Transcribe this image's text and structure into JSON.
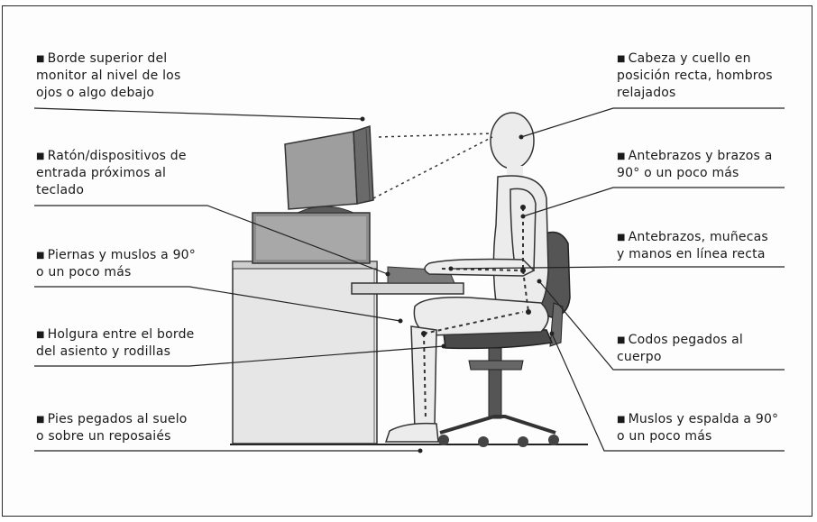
{
  "labels": {
    "monitor": {
      "line1": "Borde superior del",
      "line2": "monitor al nivel de los",
      "line3": "ojos o algo debajo"
    },
    "mouse": {
      "line1": "Ratón/dispositivos de",
      "line2": "entrada próximos al",
      "line3": "teclado"
    },
    "legs": {
      "line1": "Piernas y muslos a 90°",
      "line2": "o un poco más"
    },
    "clearance": {
      "line1": "Holgura entre el borde",
      "line2": "del asiento y rodillas"
    },
    "feet": {
      "line1": "Pies pegados al suelo",
      "line2": "o sobre un reposaiés"
    },
    "head": {
      "line1": "Cabeza y cuello en",
      "line2": "posición recta, hombros",
      "line3": "relajados"
    },
    "forearms": {
      "line1": "Antebrazos y brazos a",
      "line2": "90° o un poco más"
    },
    "wrists": {
      "line1": "Antebrazos, muñecas",
      "line2": "y manos en línea recta"
    },
    "elbows": {
      "line1": "Codos pegados al",
      "line2": "cuerpo"
    },
    "back": {
      "line1": "Muslos y espalda a 90°",
      "line2": "o un poco más"
    }
  },
  "bullet_glyph": "■",
  "colors": {
    "frame": "#2a2a2a",
    "ink": "#1a1a1a",
    "desk": "#e4e4e4",
    "dark": "#555555",
    "mid": "#9a9a9a",
    "body": "#ececec"
  }
}
